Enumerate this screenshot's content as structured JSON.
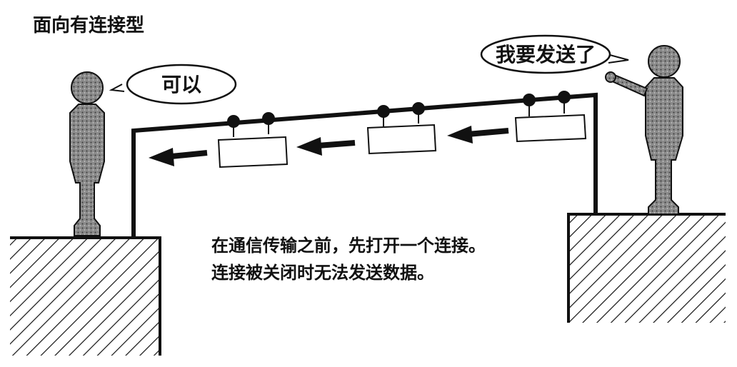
{
  "title": "面向有连接型",
  "receiver": {
    "speech": "可以"
  },
  "sender": {
    "speech": "我要发送了"
  },
  "caption": {
    "line1": "在通信传输之前，先打开一个连接。",
    "line2": "连接被关闭时无法发送数据。"
  },
  "colors": {
    "ink": "#111111",
    "figure": "#777777",
    "background": "#ffffff"
  }
}
